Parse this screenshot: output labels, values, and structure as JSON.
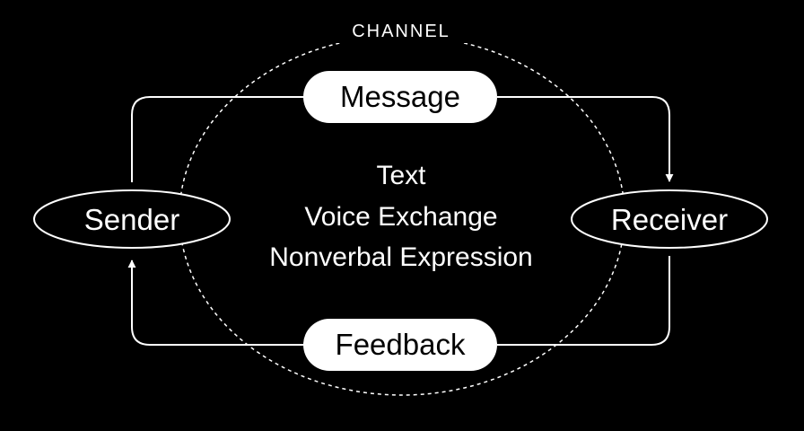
{
  "diagram": {
    "channel_label": "CHANNEL",
    "nodes": {
      "sender": "Sender",
      "receiver": "Receiver",
      "message": "Message",
      "feedback": "Feedback"
    },
    "channel_items": [
      "Text",
      "Voice Exchange",
      "Nonverbal Expression"
    ]
  },
  "colors": {
    "background": "#000000",
    "stroke": "#ffffff",
    "pill_fill": "#ffffff",
    "pill_text": "#000000"
  }
}
